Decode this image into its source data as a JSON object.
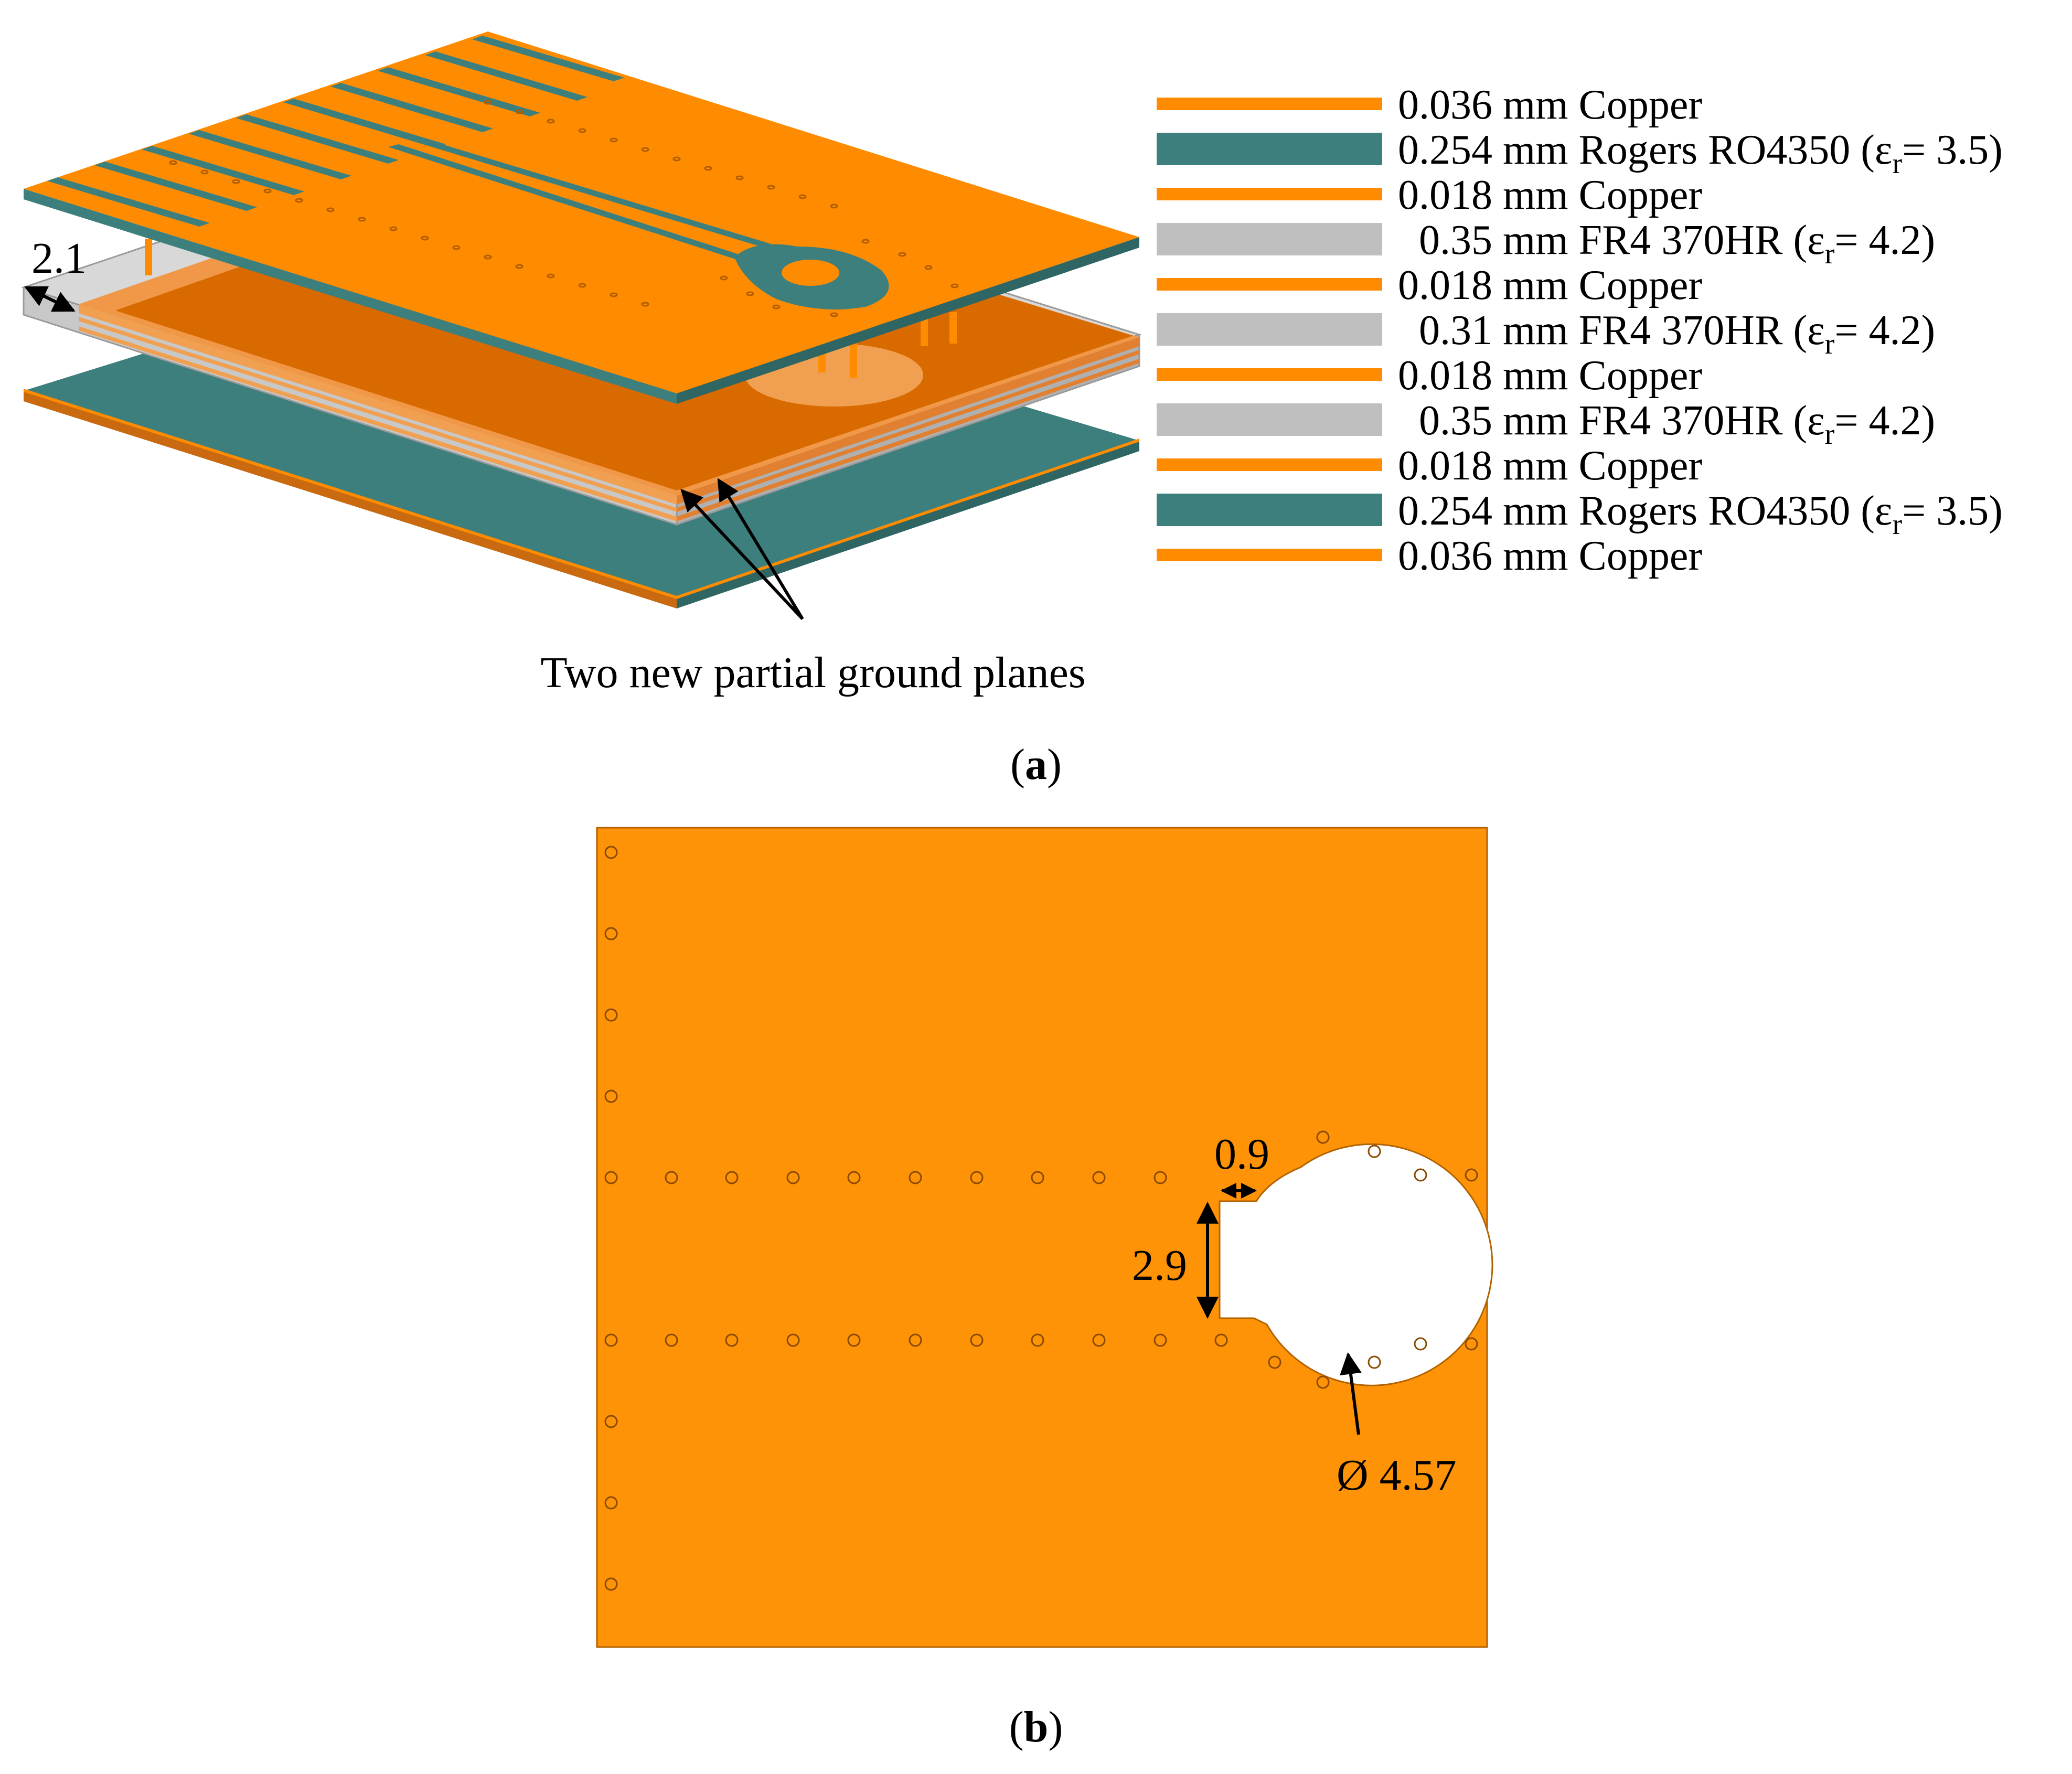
{
  "colors": {
    "copper": "#ff8c00",
    "copper_bright": "#ff9307",
    "copper_dark": "#d96a00",
    "copper_light": "#f0a050",
    "rogers": "#3d7f7d",
    "fr4": "#bfbfbf",
    "arrow": "#000000"
  },
  "panel_a": {
    "label_open": "(",
    "label_letter": "a",
    "label_close": ")",
    "thickness_label": "2.1",
    "ground_planes_note": "Two new partial ground planes",
    "stackup": [
      {
        "material": "copper",
        "text": "0.036 mm Copper"
      },
      {
        "material": "rogers",
        "text": "0.254 mm Rogers RO4350 (",
        "eps": "ε",
        "sub": "r",
        "tail": "= 3.5)"
      },
      {
        "material": "copper",
        "text": "0.018 mm Copper"
      },
      {
        "material": "fr4",
        "text": "0.35 mm FR4 370HR (",
        "eps": "ε",
        "sub": "r",
        "tail": "= 4.2)"
      },
      {
        "material": "copper",
        "text": "0.018 mm Copper"
      },
      {
        "material": "fr4",
        "text": "0.31 mm FR4 370HR (",
        "eps": "ε",
        "sub": "r",
        "tail": "= 4.2)"
      },
      {
        "material": "copper",
        "text": "0.018 mm Copper"
      },
      {
        "material": "fr4",
        "text": "0.35 mm FR4 370HR (",
        "eps": "ε",
        "sub": "r",
        "tail": "= 4.2)"
      },
      {
        "material": "copper",
        "text": "0.018 mm Copper"
      },
      {
        "material": "rogers",
        "text": "0.254 mm Rogers RO4350 (",
        "eps": "ε",
        "sub": "r",
        "tail": "= 3.5)"
      },
      {
        "material": "copper",
        "text": "0.036 mm Copper"
      }
    ]
  },
  "panel_b": {
    "label_open": "(",
    "label_letter": "b",
    "label_close": ")",
    "dim_notch_width": "0.9",
    "dim_notch_height": "2.9",
    "dim_diameter": "Ø 4.57"
  }
}
